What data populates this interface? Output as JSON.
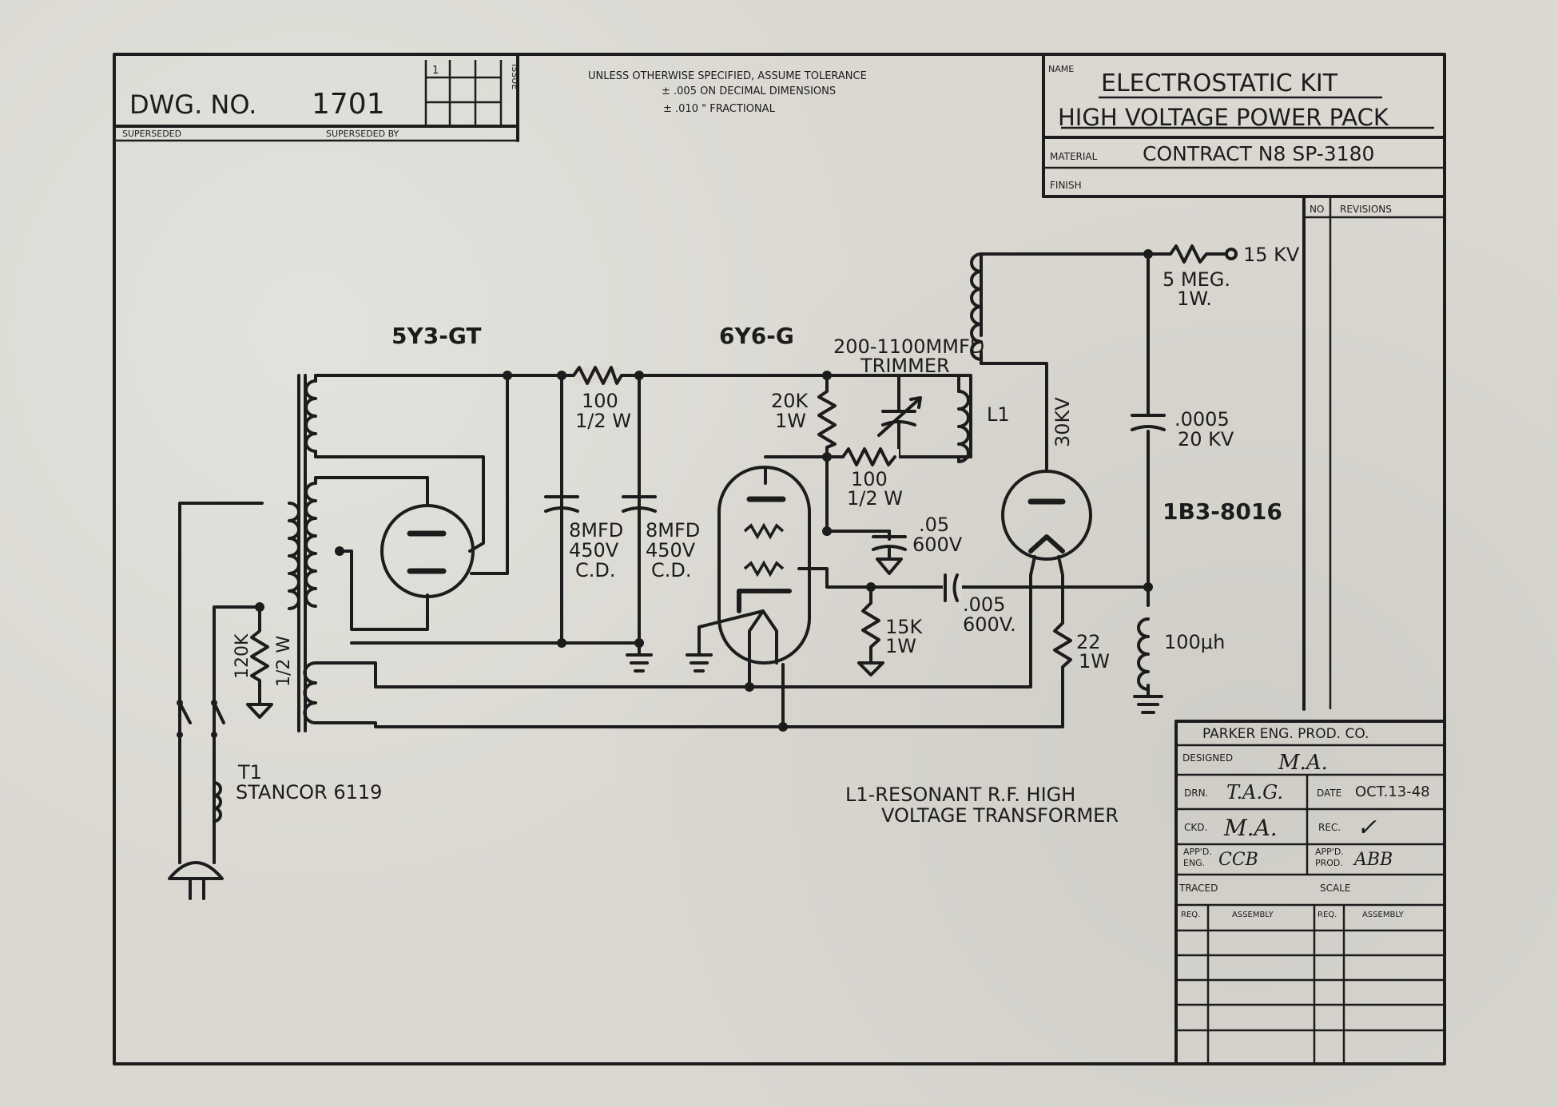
{
  "title_block": {
    "dwg_no_label": "DWG. NO.",
    "dwg_no": "1701",
    "superseded_label": "SUPERSEDED",
    "superseded_by_label": "SUPERSEDED BY",
    "issue_label": "ISSUE",
    "issue_no": "1",
    "tolerance_line1": "UNLESS OTHERWISE SPECIFIED, ASSUME TOLERANCE",
    "tolerance_line2": "± .005 ON DECIMAL DIMENSIONS",
    "tolerance_line3": "± .010 \" FRACTIONAL",
    "name_label": "NAME",
    "name_line1": "ELECTROSTATIC KIT",
    "name_line2": "HIGH VOLTAGE POWER PACK",
    "material_label": "MATERIAL",
    "material_value": "CONTRACT N8 SP-3180",
    "finish_label": "FINISH",
    "revisions_no_label": "NO",
    "revisions_label": "REVISIONS"
  },
  "components": {
    "t1_ref": "T1",
    "t1_name": "STANCOR 6119",
    "rect_tube": "5Y3-GT",
    "osc_tube": "6Y6-G",
    "hv_tube": "1B3-8016",
    "r120k_value": "120K",
    "r120k_watt": "1/2 W",
    "r100_value": "100",
    "r100_watt": "1/2 W",
    "c1_value": "8MFD",
    "c1_volt": "450V",
    "c1_type": "C.D.",
    "c2_value": "8MFD",
    "c2_volt": "450V",
    "c2_type": "C.D.",
    "r20k_value": "20K",
    "r20k_watt": "1W",
    "trimmer_value": "200-1100MMFD",
    "trimmer_label": "TRIMMER",
    "l1_label": "L1",
    "r100b_value": "100",
    "r100b_watt": "1/2 W",
    "c05_value": ".05",
    "c05_volt": "600V",
    "c005_value": ".005",
    "c005_volt": "600V.",
    "r15k_value": "15K",
    "r15k_watt": "1W",
    "r22_value": "22",
    "r22_watt": "1W",
    "l_100uh": "100μh",
    "hv_30kv": "30KV",
    "c0005_value": ".0005",
    "c0005_volt": "20 KV",
    "r5meg_value": "5 MEG.",
    "r5meg_watt": "1W.",
    "out_15kv": "15 KV"
  },
  "note": {
    "line1": "L1-RESONANT R.F. HIGH",
    "line2": "VOLTAGE TRANSFORMER"
  },
  "approval_block": {
    "company": "PARKER ENG. PROD. CO.",
    "designed_label": "DESIGNED",
    "designed_value": "M.A.",
    "drn_label": "DRN.",
    "drn_value": "T.A.G.",
    "date_label": "DATE",
    "date_value": "OCT.13-48",
    "ckd_label": "CKD.",
    "ckd_value": "M.A.",
    "rec_label": "REC.",
    "rec_value": "✓",
    "app_eng_label1": "APP'D.",
    "app_eng_label2": "ENG.",
    "app_eng_value": "CCB",
    "app_prod_label1": "APP'D.",
    "app_prod_label2": "PROD.",
    "app_prod_value": "ABB",
    "traced_label": "TRACED",
    "scale_label": "SCALE",
    "req_label": "REQ.",
    "assembly_label": "ASSEMBLY"
  }
}
